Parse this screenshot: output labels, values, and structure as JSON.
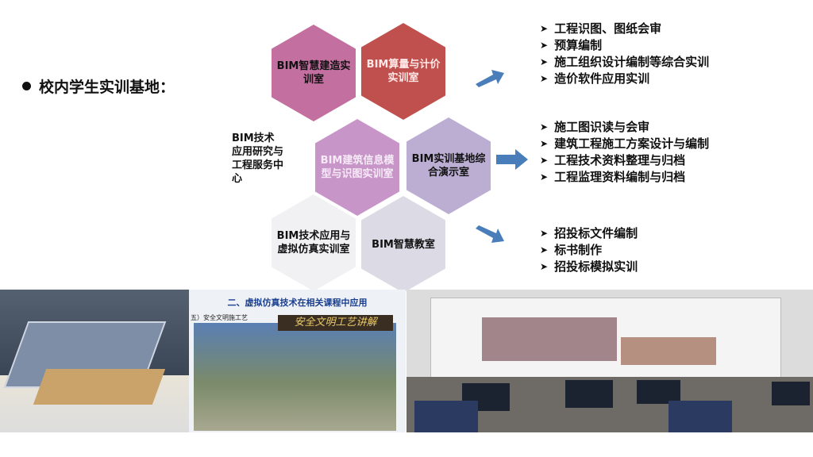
{
  "heading": "校内学生实训基地：",
  "hexagons": [
    {
      "label": "BIM智慧建造实训室",
      "color": "#c36f9f",
      "text": "#111"
    },
    {
      "label": "BIM算量与计价实训室",
      "color": "#c0504d",
      "text": "#ffe8e8"
    },
    {
      "label": "BIM建筑信息模型与识图实训室",
      "color": "#c895c9",
      "text": "#f6eaf6"
    },
    {
      "label": "BIM实训基地综合演示室",
      "color": "#bcaed2",
      "text": "#111"
    },
    {
      "label": "BIM技术应用与虚拟仿真实训室",
      "color": "#f1f1f3",
      "text": "#111"
    },
    {
      "label": "BIM智慧教室",
      "color": "#dcdae5",
      "text": "#111"
    }
  ],
  "center_label": "BIM技术应用研究与工程服务中心",
  "lists": [
    [
      "工程识图、图纸会审",
      "预算编制",
      "施工组织设计编制等综合实训",
      "造价软件应用实训"
    ],
    [
      "施工图识读与会审",
      "建筑工程施工方案设计与编制",
      "工程技术资料整理与归档",
      "工程监理资料编制与归档"
    ],
    [
      "招投标文件编制",
      "标书制作",
      "招投标模拟实训"
    ]
  ],
  "photo2": {
    "title": "二、虚拟仿真技术在相关课程中应用",
    "subtitle": "五）安全文明施工艺",
    "banner": "安全文明工艺讲解"
  },
  "colors": {
    "arrow": "#4a7ebb"
  }
}
